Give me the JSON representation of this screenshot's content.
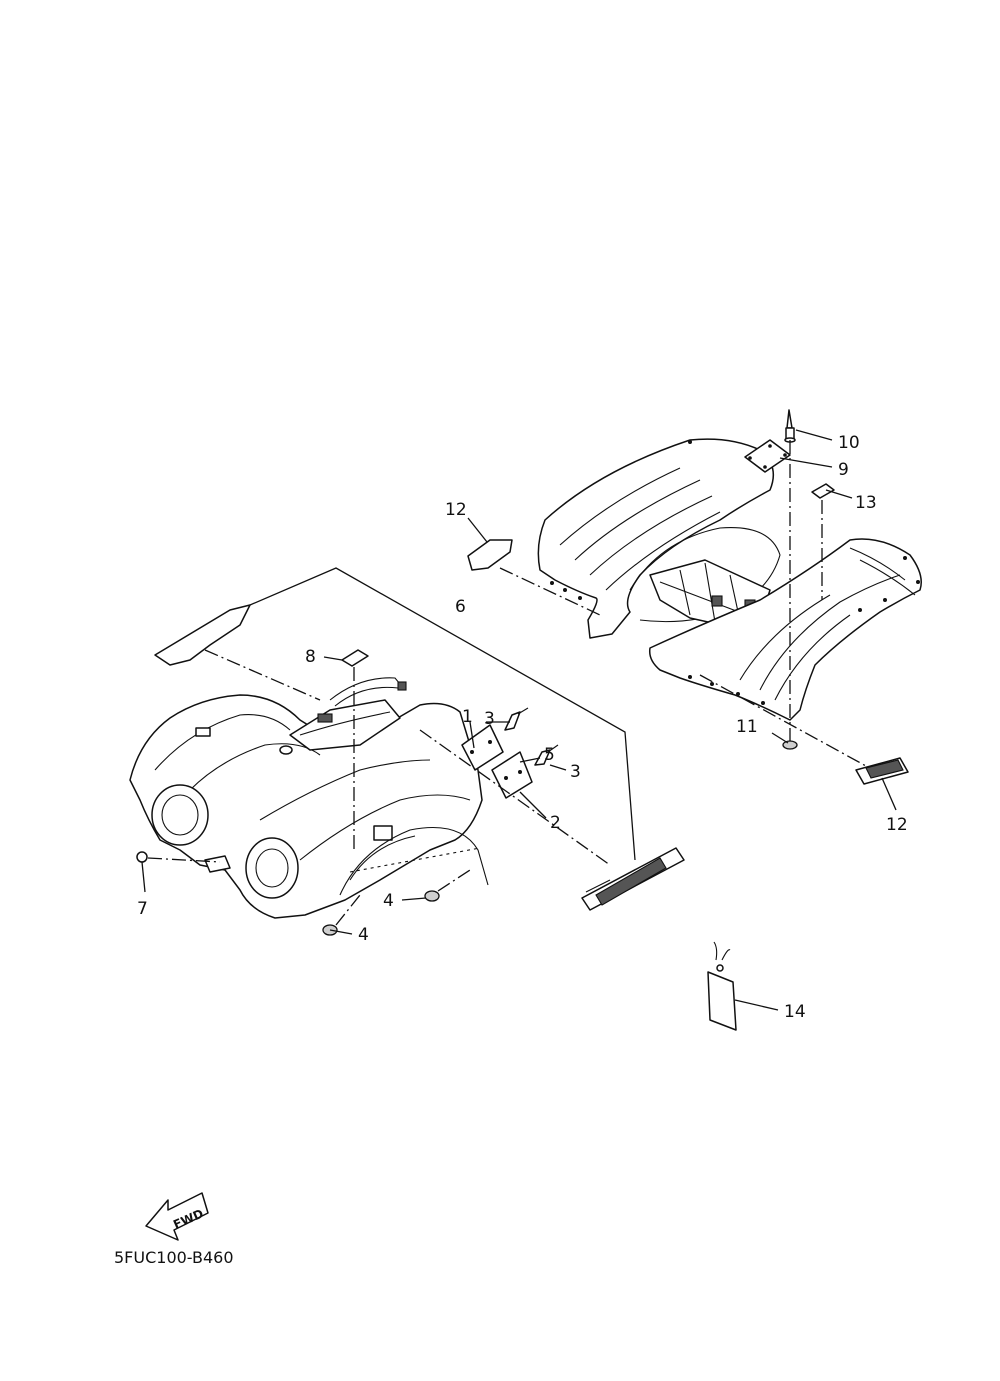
{
  "diagram": {
    "code": "5FUC100-B460",
    "fwd_label": "FWD",
    "callouts": [
      {
        "id": "1",
        "label": "1"
      },
      {
        "id": "2",
        "label": "2"
      },
      {
        "id": "3a",
        "label": "3"
      },
      {
        "id": "3b",
        "label": "3"
      },
      {
        "id": "4a",
        "label": "4"
      },
      {
        "id": "4b",
        "label": "4"
      },
      {
        "id": "5",
        "label": "5"
      },
      {
        "id": "6",
        "label": "6"
      },
      {
        "id": "7",
        "label": "7"
      },
      {
        "id": "8",
        "label": "8"
      },
      {
        "id": "9",
        "label": "9"
      },
      {
        "id": "10",
        "label": "10"
      },
      {
        "id": "11",
        "label": "11"
      },
      {
        "id": "12a",
        "label": "12"
      },
      {
        "id": "12b",
        "label": "12"
      },
      {
        "id": "13",
        "label": "13"
      },
      {
        "id": "14",
        "label": "14"
      }
    ]
  }
}
